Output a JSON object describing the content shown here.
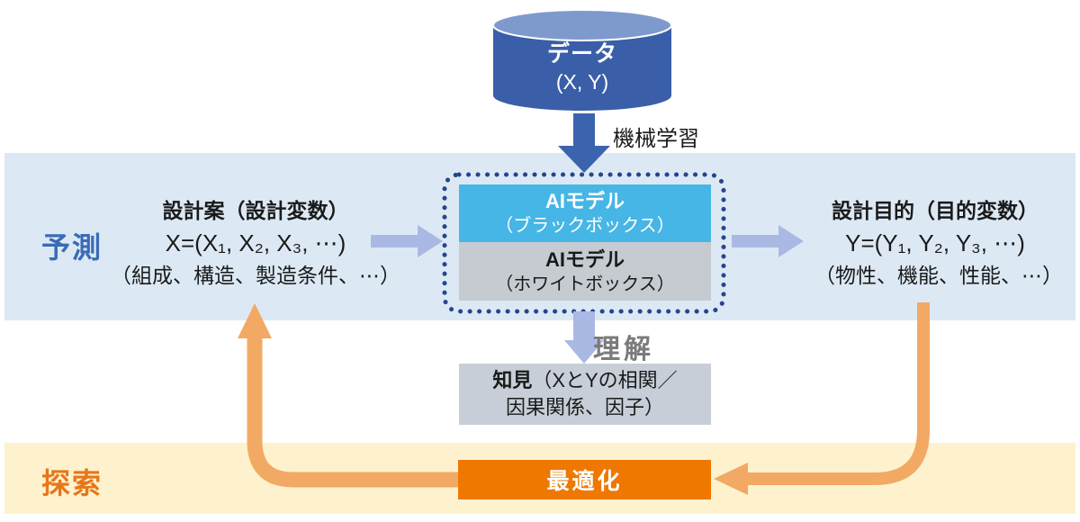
{
  "database": {
    "label": "データ",
    "sublabel": "(X, Y)"
  },
  "ml_arrow_label": "機械学習",
  "predict_band": {
    "label": "予測",
    "input": {
      "title": "設計案（設計変数）",
      "formula": "X=(X₁, X₂, X₃, ⋯)",
      "examples": "（組成、構造、製造条件、⋯）"
    },
    "model_black": {
      "title": "AIモデル",
      "subtitle": "（ブラックボックス）"
    },
    "model_white": {
      "title": "AIモデル",
      "subtitle": "（ホワイトボックス）"
    },
    "output": {
      "title": "設計目的（目的変数）",
      "formula": "Y=(Y₁, Y₂, Y₃, ⋯)",
      "examples": "（物性、機能、性能、⋯）"
    }
  },
  "understand_arrow_label": "理解",
  "knowledge_box": {
    "bold": "知見",
    "line1_rest": "（XとYの相関／",
    "line2": "因果関係、因子）"
  },
  "explore_band": {
    "label": "探索",
    "optimize_label": "最適化"
  },
  "colors": {
    "band_blue": "#dce9f4",
    "band_yellow": "#fdf2cd",
    "cylinder_body": "#3a5fa8",
    "cylinder_top": "#7e9acc",
    "model_black_bg": "#45b6e5",
    "model_white_bg": "#c6cbd1",
    "knowledge_bg": "#c7ced7",
    "optimize_bg": "#ee7800",
    "arrow_blue": "#3c64ae",
    "arrow_periwinkle": "#aab9e3",
    "arrow_orange": "#f2a963",
    "dotted_border": "#24468c",
    "predict_label": "#3a6bb5",
    "explore_label": "#e8761b",
    "understand_label": "#7b7b7b"
  }
}
